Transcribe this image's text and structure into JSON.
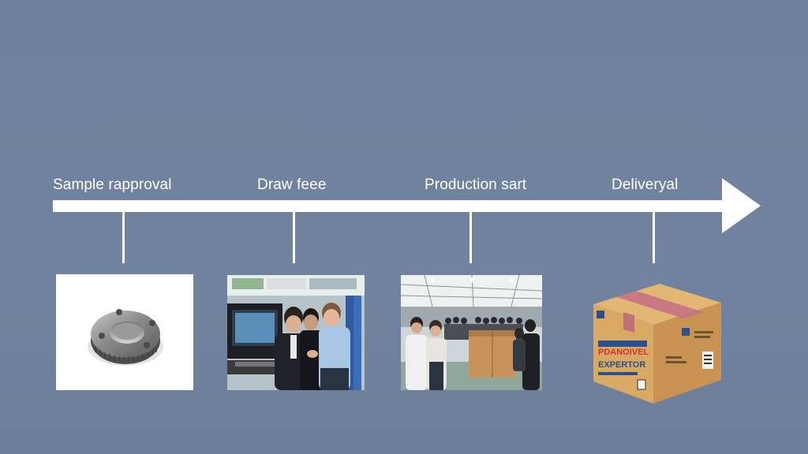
{
  "timeline": {
    "stages": [
      {
        "label": "Sample rapproval",
        "image": "metal-flange-ring-photo"
      },
      {
        "label": "Draw feee",
        "image": "engineers-in-factory-photo"
      },
      {
        "label": "Production sart",
        "image": "factory-floor-crowd-photo"
      },
      {
        "label": "Deliveryal",
        "image": "cardboard-shipping-box-photo"
      }
    ],
    "direction_icon": "arrow-right-icon"
  },
  "box_print": {
    "line1": "PDANOIVEL",
    "line2": "EXPERTOR"
  },
  "colors": {
    "background": "#6f819c",
    "line": "#ffffff",
    "box": "#d4a35f",
    "box_tape": "#c0607a"
  }
}
